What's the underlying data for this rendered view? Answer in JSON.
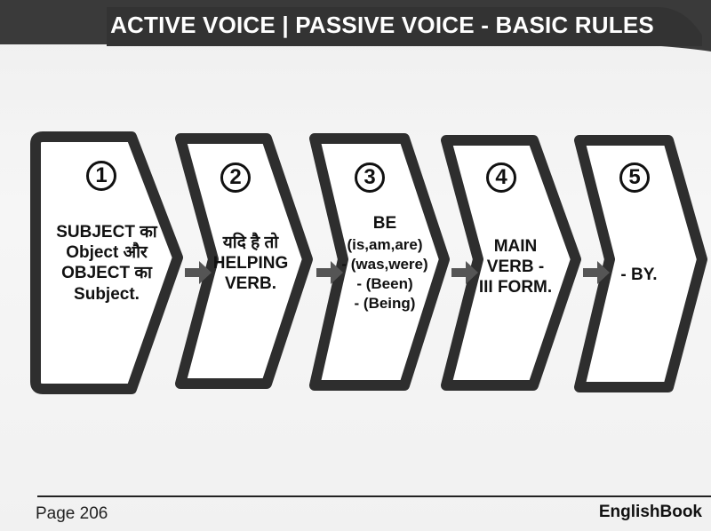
{
  "header": {
    "title": "ACTIVE VOICE | PASSIVE VOICE - BASIC RULES"
  },
  "steps": [
    {
      "number": "1",
      "lines": [
        "SUBJECT का",
        "Object और",
        "OBJECT का",
        "Subject."
      ]
    },
    {
      "number": "2",
      "lines": [
        "यदि है तो",
        "HELPING",
        "VERB."
      ]
    },
    {
      "number": "3",
      "lines": [
        "BE",
        "(is,am,are)",
        "- (was,were)",
        "- (Been)",
        "- (Being)"
      ]
    },
    {
      "number": "4",
      "lines": [
        "MAIN",
        "VERB -",
        "III FORM."
      ]
    },
    {
      "number": "5",
      "lines": [
        "- BY."
      ]
    }
  ],
  "footer": {
    "page": "Page 206",
    "brand": "EnglishBook"
  },
  "colors": {
    "header_band": "#3a3a3a",
    "box_border": "#2e2e2e",
    "arrow": "#555555"
  }
}
